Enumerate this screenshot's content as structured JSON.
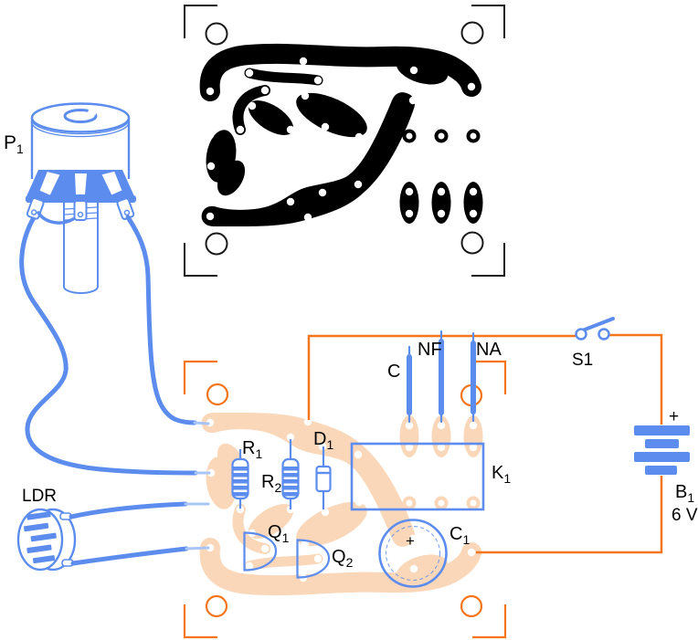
{
  "colors": {
    "copper_dark": "#000000",
    "copper_light": "#FAD7B9",
    "marks_dark": "#1a1a1a",
    "marks_orange": "#F4751A",
    "wire_orange": "#F4751A",
    "blue": "#5C8DEE",
    "blue_light_tip": "#A9C5F5",
    "label_color": "#000000"
  },
  "labels": {
    "p1": {
      "base": "P",
      "sub": "1"
    },
    "ldr": "LDR",
    "r1": {
      "base": "R",
      "sub": "1"
    },
    "r2": {
      "base": "R",
      "sub": "2"
    },
    "d1": {
      "base": "D",
      "sub": "1"
    },
    "q1": {
      "base": "Q",
      "sub": "1"
    },
    "q2": {
      "base": "Q",
      "sub": "2"
    },
    "c1": {
      "base": "C",
      "sub": "1"
    },
    "k1": {
      "base": "K",
      "sub": "1"
    },
    "b1": {
      "base": "B",
      "sub": "1"
    },
    "s1": "S1",
    "wire_c": "C",
    "wire_nf": "NF",
    "wire_na": "NA",
    "battery_plus": "+",
    "battery_voltage": "6 V",
    "c1_polarity": "+"
  }
}
